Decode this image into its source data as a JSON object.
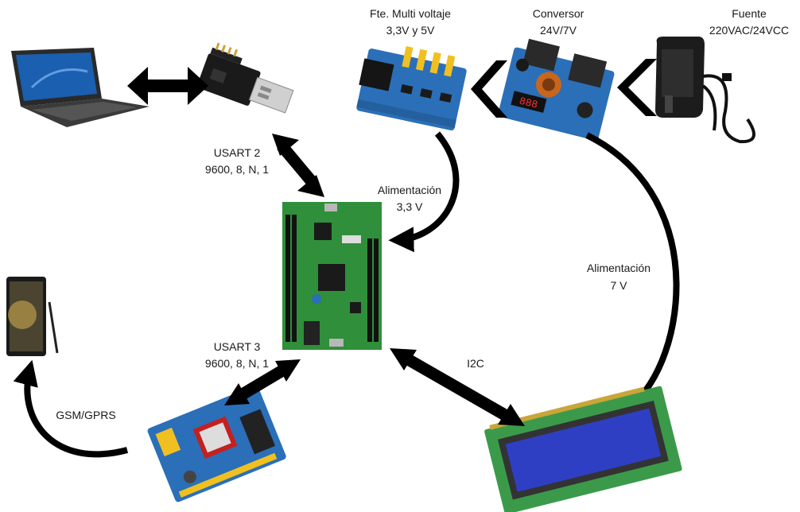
{
  "labels": {
    "usart2_line1": "USART 2",
    "usart2_line2": "9600, 8, N, 1",
    "usart3_line1": "USART 3",
    "usart3_line2": "9600, 8, N, 1",
    "alim33_line1": "Alimentación",
    "alim33_line2": "3,3 V",
    "alim7_line1": "Alimentación",
    "alim7_line2": "7 V",
    "i2c": "I2C",
    "gsm": "GSM/GPRS",
    "multi_line1": "Fte. Multi voltaje",
    "multi_line2": "3,3V y 5V",
    "conv_line1": "Conversor",
    "conv_line2": "24V/7V",
    "fuente_line1": "Fuente",
    "fuente_line2": "220VAC/24VCC"
  },
  "colors": {
    "arrow": "#000000",
    "pcb_green": "#2f8f3a",
    "pcb_blue": "#2b6fb8",
    "lcd_screen": "#2f3fc4",
    "lcd_board": "#3a9a4a",
    "usb_red": "#c42020",
    "laptop_screen": "#1a5fb0"
  },
  "icons": {
    "laptop": "laptop-icon",
    "usb_ttl": "usb-ttl-adapter-icon",
    "stm32": "stm32-discovery-board-icon",
    "phone": "smartphone-icon",
    "gsm": "gsm-module-icon",
    "lcd": "lcd-2004-i2c-icon",
    "multi_psu": "multi-voltage-supply-icon",
    "buck": "buck-converter-icon",
    "adapter": "power-adapter-icon"
  }
}
